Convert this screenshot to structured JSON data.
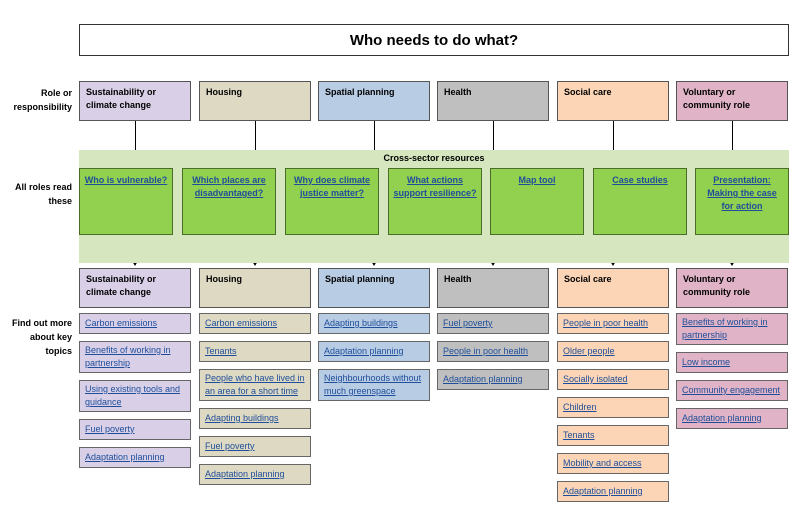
{
  "title": "Who needs to do what?",
  "row_labels": {
    "role": "Role or responsibility",
    "read": "All roles read these",
    "more": "Find out more about key topics"
  },
  "roles": [
    {
      "label": "Sustainability or climate change",
      "color": "#d9d0e8"
    },
    {
      "label": "Housing",
      "color": "#ddd9c3"
    },
    {
      "label": "Spatial planning",
      "color": "#b8cce4"
    },
    {
      "label": "Health",
      "color": "#bfbfbf"
    },
    {
      "label": "Social care",
      "color": "#fbd5b5"
    },
    {
      "label": "Voluntary or community role",
      "color": "#e0b4c6"
    }
  ],
  "cross_sector": {
    "title": "Cross-sector resources",
    "band_color": "#d6e6bf",
    "box_color": "#92d050",
    "items": [
      "Who is vulnerable?",
      "Which places are disadvantaged?",
      "Why does climate justice matter?",
      "What actions support resilience?",
      "Map tool",
      "Case studies",
      "Presentation: Making the case for action"
    ]
  },
  "topics": [
    [
      "Carbon emissions",
      "Benefits of working in partnership",
      "Using existing tools and guidance",
      "Fuel poverty",
      "Adaptation planning"
    ],
    [
      "Carbon emissions",
      "Tenants",
      "People who have lived in an area for a short time",
      "Adapting buildings",
      "Fuel poverty",
      "Adaptation planning"
    ],
    [
      "Adapting buildings",
      "Adaptation planning",
      "Neighbourhoods without much greenspace"
    ],
    [
      "Fuel poverty",
      "People in poor health",
      "Adaptation planning"
    ],
    [
      "People in poor health",
      "Older people",
      "Socially isolated",
      "Children",
      "Tenants",
      "Mobility and access",
      "Adaptation planning"
    ],
    [
      "Benefits of working in partnership",
      "Low income",
      "Community engagement",
      "Adaptation planning"
    ]
  ],
  "link_color": "#1f4e9a"
}
